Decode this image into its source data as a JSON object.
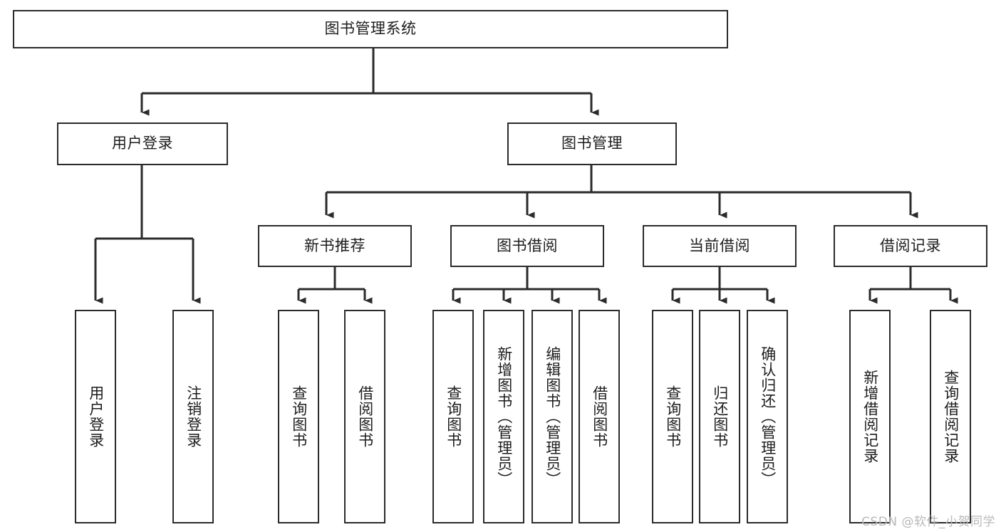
{
  "diagram": {
    "type": "tree-hierarchy-chart",
    "orientation": "top-down",
    "title": "图书管理系统",
    "watermark": "CSDN @软件_小贺同学",
    "colors": {
      "box_border": "#2b2b2b",
      "box_fill": "#ffffff",
      "connector": "#2b2b2b",
      "text": "#1d1d1d",
      "watermark": "#b9b9b9",
      "background": "#ffffff"
    },
    "root": {
      "label": "图书管理系统"
    },
    "level2": [
      {
        "label": "用户登录"
      },
      {
        "label": "图书管理"
      }
    ],
    "level3": [
      {
        "label": "新书推荐"
      },
      {
        "label": "图书借阅"
      },
      {
        "label": "当前借阅"
      },
      {
        "label": "借阅记录"
      }
    ],
    "leaves": {
      "user_login": [
        {
          "label": "用户登录"
        },
        {
          "label": "注销登录"
        }
      ],
      "new_book_recommend": [
        {
          "label": "查询图书"
        },
        {
          "label": "借阅图书"
        }
      ],
      "book_borrow": [
        {
          "label": "查询图书"
        },
        {
          "label": "新增图书（管理员）"
        },
        {
          "label": "编辑图书（管理员）"
        },
        {
          "label": "借阅图书"
        }
      ],
      "current_borrow": [
        {
          "label": "查询图书"
        },
        {
          "label": "归还图书"
        },
        {
          "label": "确认归还（管理员）"
        }
      ],
      "borrow_records": [
        {
          "label": "新增借阅记录"
        },
        {
          "label": "查询借阅记录"
        }
      ]
    }
  }
}
